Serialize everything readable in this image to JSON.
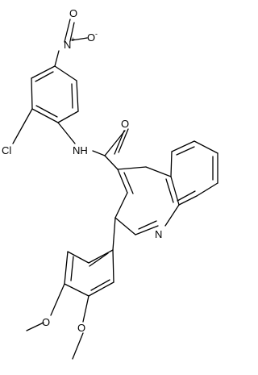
{
  "molecule": {
    "atoms": {
      "nitro_n": {
        "text": "N",
        "charge": "+"
      },
      "nitro_o_top": {
        "text": "O",
        "charge": ""
      },
      "nitro_o_right": {
        "text": "O",
        "charge": "-"
      },
      "chloro": {
        "text": "Cl",
        "charge": ""
      },
      "amide_nh": {
        "text": "NH",
        "charge": ""
      },
      "carbonyl_o": {
        "text": "O",
        "charge": ""
      },
      "quinoline_n": {
        "text": "N",
        "charge": ""
      },
      "methoxy_o_left": {
        "text": "O",
        "charge": ""
      },
      "methoxy_o_right": {
        "text": "O",
        "charge": ""
      }
    }
  }
}
